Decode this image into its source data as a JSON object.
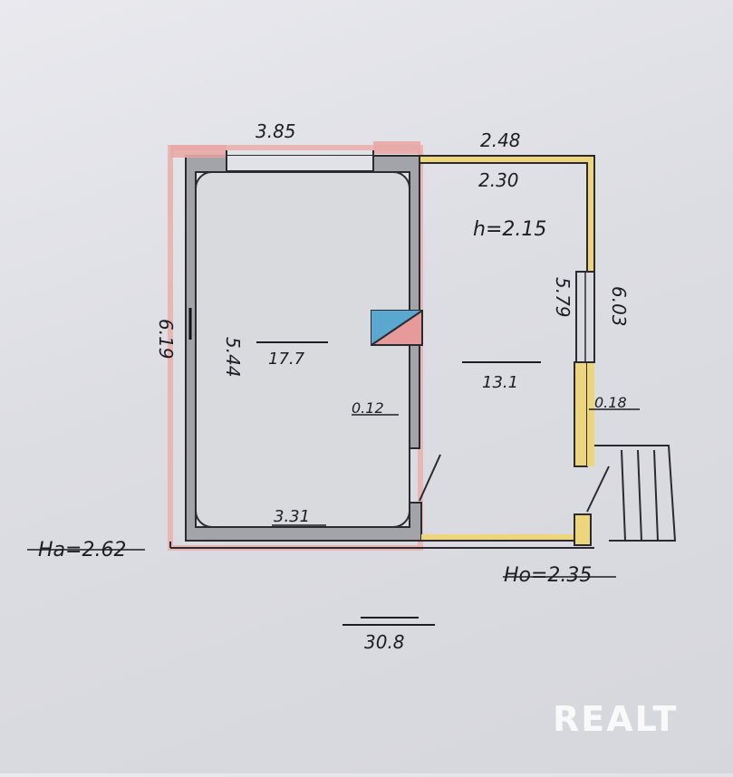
{
  "labels": {
    "top_outer_left": "3.85",
    "top_outer_right": "2.48",
    "top_inner_right": "2.30",
    "height_right": "h=2.15",
    "inner_left_vertical": "5.44",
    "outer_left_vertical": "6.19",
    "area_left": "17.7",
    "area_right": "13.1",
    "partition_thickness": "0.12",
    "inner_right_vertical": "5.79",
    "outer_right_vertical": "6.03",
    "right_wall_thickness": "0.18",
    "bottom_inner_left": "3.31",
    "height_left_bottom": "Ha=2.62",
    "height_right_bottom": "Ho=2.35",
    "total_area": "30.8"
  },
  "colors": {
    "wall_gray": "#9a9ba1",
    "wall_pink": "#e8b7b4",
    "wall_yellow": "#ecd57a",
    "stove_blue": "#5aa7cf",
    "stove_pink": "#e79a9a",
    "ink": "#1d1d24"
  },
  "watermark": "REALT"
}
